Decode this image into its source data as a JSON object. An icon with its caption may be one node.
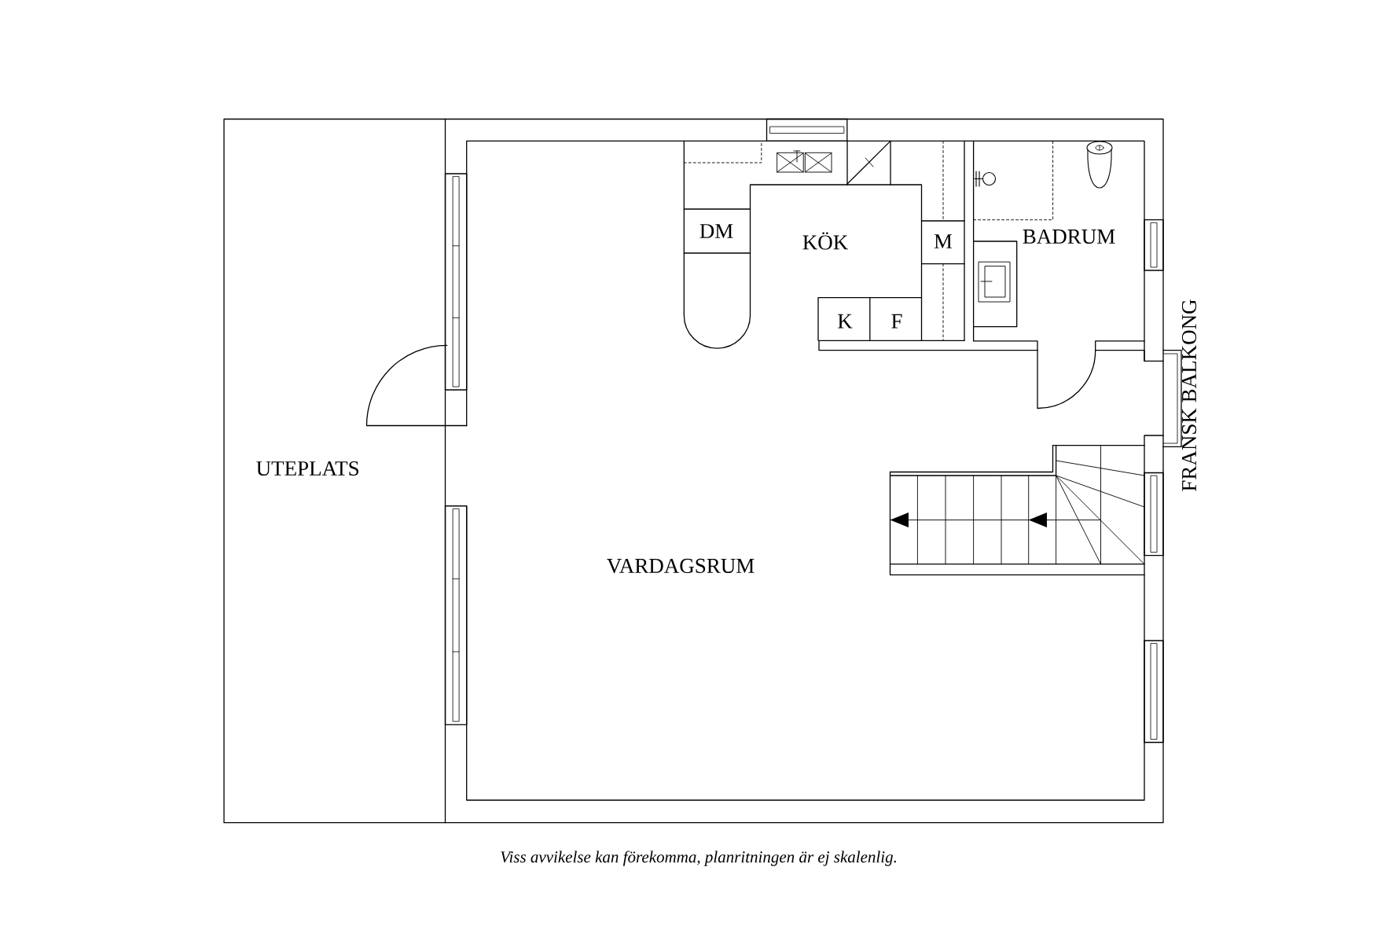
{
  "diagram": {
    "caption": "Viss avvikelse kan förekomma, planritningen är ej skalenlig.",
    "labels": [
      "DM",
      "KÖK",
      "BADRUM",
      "M",
      "K",
      "F",
      "FRANSK BALKONG",
      "UTEPLATS",
      "VARDAGSRUM"
    ]
  }
}
